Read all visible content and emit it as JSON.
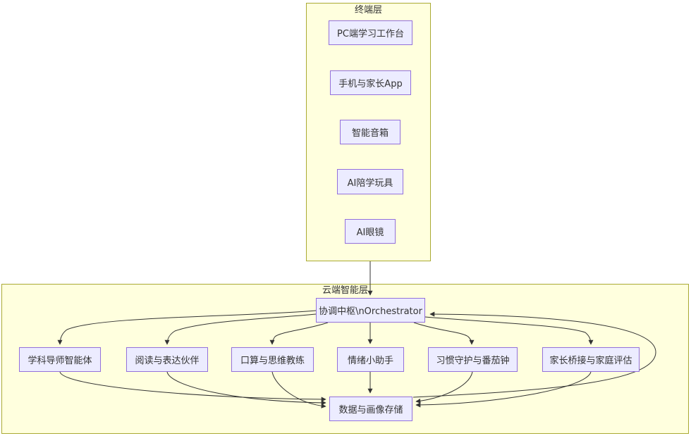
{
  "diagram_type": "flowchart",
  "clusters": {
    "terminal": {
      "label": "终端层"
    },
    "cloud": {
      "label": "云端智能层"
    }
  },
  "nodes": {
    "pc": {
      "label": "PC端学习工作台"
    },
    "app": {
      "label": "手机与家长App"
    },
    "speaker": {
      "label": "智能音箱"
    },
    "toy": {
      "label": "AI陪学玩具"
    },
    "glasses": {
      "label": "AI眼镜"
    },
    "orchestrator": {
      "label": "协调中枢\\nOrchestrator"
    },
    "tutor": {
      "label": "学科导师智能体"
    },
    "reading": {
      "label": "阅读与表达伙伴"
    },
    "math": {
      "label": "口算与思维教练"
    },
    "emotion": {
      "label": "情绪小助手"
    },
    "habit": {
      "label": "习惯守护与番茄钟"
    },
    "parent": {
      "label": "家长桥接与家庭评估"
    },
    "storage": {
      "label": "数据与画像存储"
    }
  },
  "edges": [
    {
      "from": "终端层",
      "to": "协调中枢\\nOrchestrator"
    },
    {
      "from": "协调中枢\\nOrchestrator",
      "to": "学科导师智能体"
    },
    {
      "from": "协调中枢\\nOrchestrator",
      "to": "阅读与表达伙伴"
    },
    {
      "from": "协调中枢\\nOrchestrator",
      "to": "口算与思维教练"
    },
    {
      "from": "协调中枢\\nOrchestrator",
      "to": "情绪小助手"
    },
    {
      "from": "协调中枢\\nOrchestrator",
      "to": "习惯守护与番茄钟"
    },
    {
      "from": "协调中枢\\nOrchestrator",
      "to": "家长桥接与家庭评估"
    },
    {
      "from": "学科导师智能体",
      "to": "数据与画像存储"
    },
    {
      "from": "阅读与表达伙伴",
      "to": "数据与画像存储"
    },
    {
      "from": "口算与思维教练",
      "to": "数据与画像存储"
    },
    {
      "from": "情绪小助手",
      "to": "数据与画像存储"
    },
    {
      "from": "习惯守护与番茄钟",
      "to": "数据与画像存储"
    },
    {
      "from": "家长桥接与家庭评估",
      "to": "数据与画像存储"
    },
    {
      "from": "数据与画像存储",
      "to": "协调中枢\\nOrchestrator"
    }
  ],
  "colors": {
    "cluster_fill": "#ffffde",
    "cluster_border": "#aaaa33",
    "node_fill": "#ececff",
    "node_border": "#9370db",
    "edge_line": "#333333",
    "text": "#333333",
    "page_background": "#ffffff"
  }
}
